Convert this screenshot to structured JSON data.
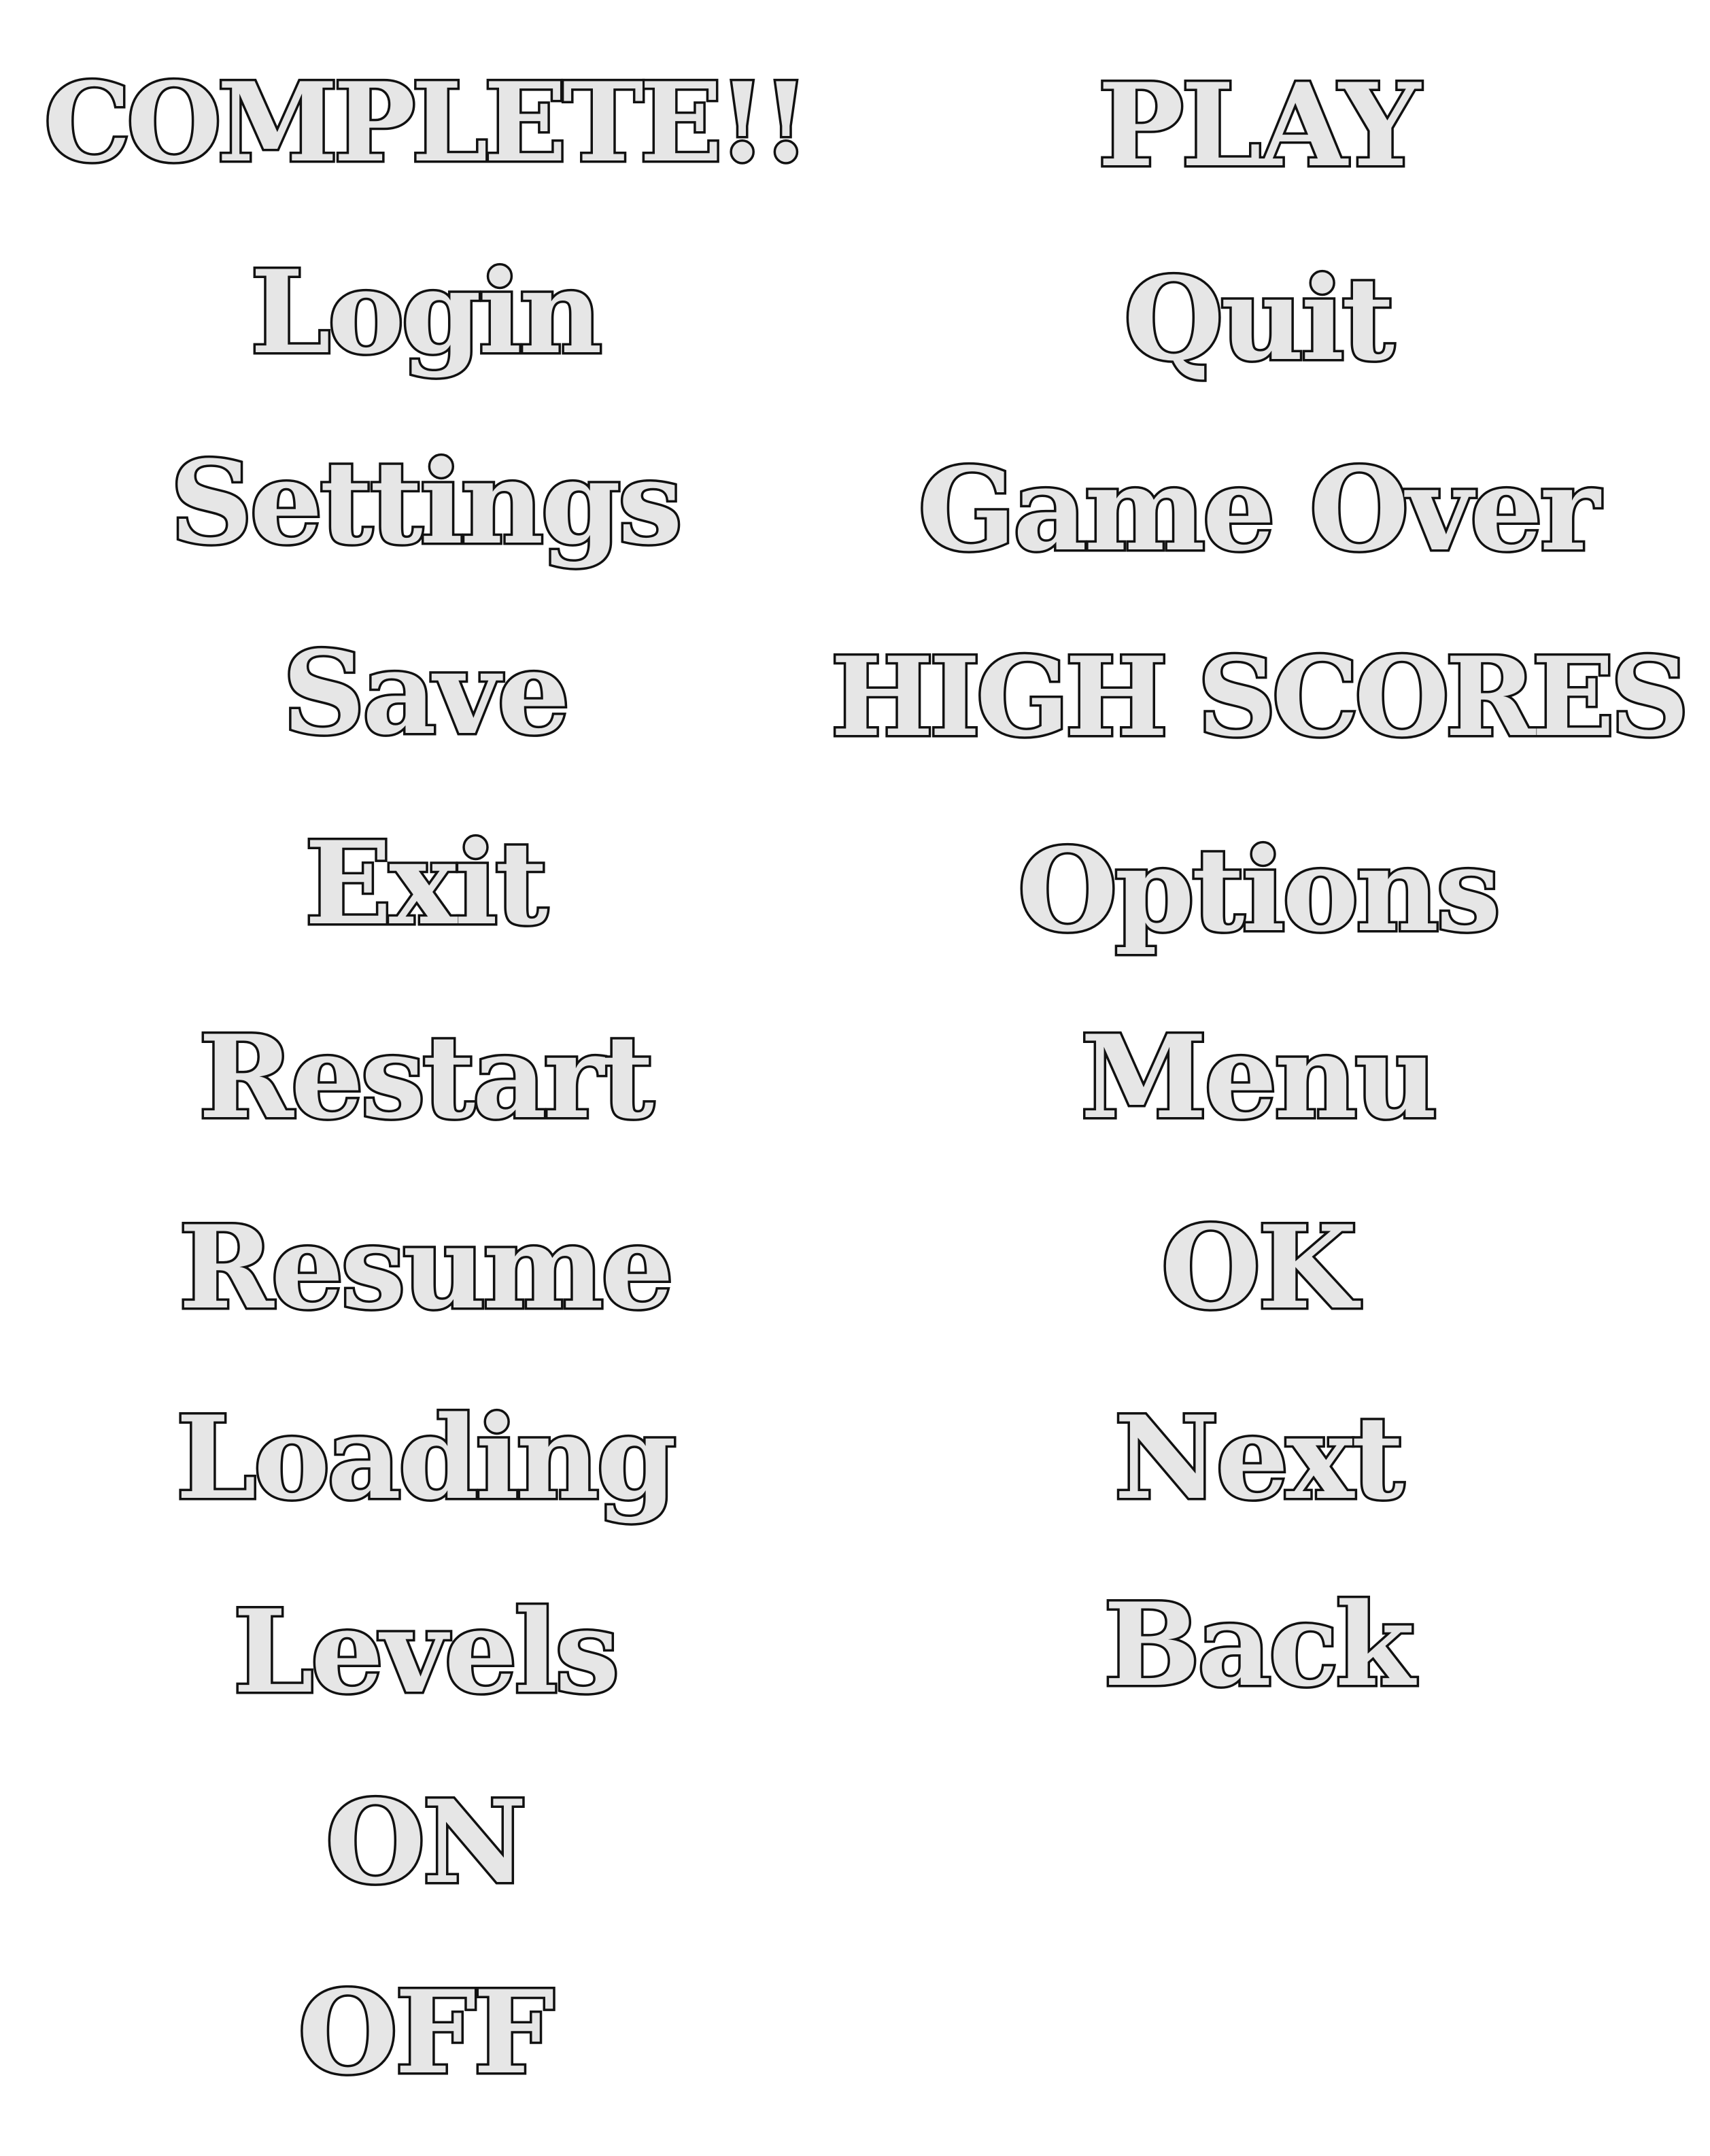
{
  "left_column": [
    "COMPLETE!!",
    "Login",
    "Settings",
    "Save",
    "Exit",
    "Restart",
    "Resume",
    "Loading",
    "Levels",
    "ON",
    "OFF"
  ],
  "right_column": [
    "PLAY",
    "Quit",
    "Game Over",
    "HIGH SCORES",
    "Options",
    "Menu",
    "OK",
    "Next",
    "Back"
  ],
  "colors": {
    "text_fill": "#e6e6e6",
    "text_outline": "#111111",
    "background": "#ffffff"
  }
}
